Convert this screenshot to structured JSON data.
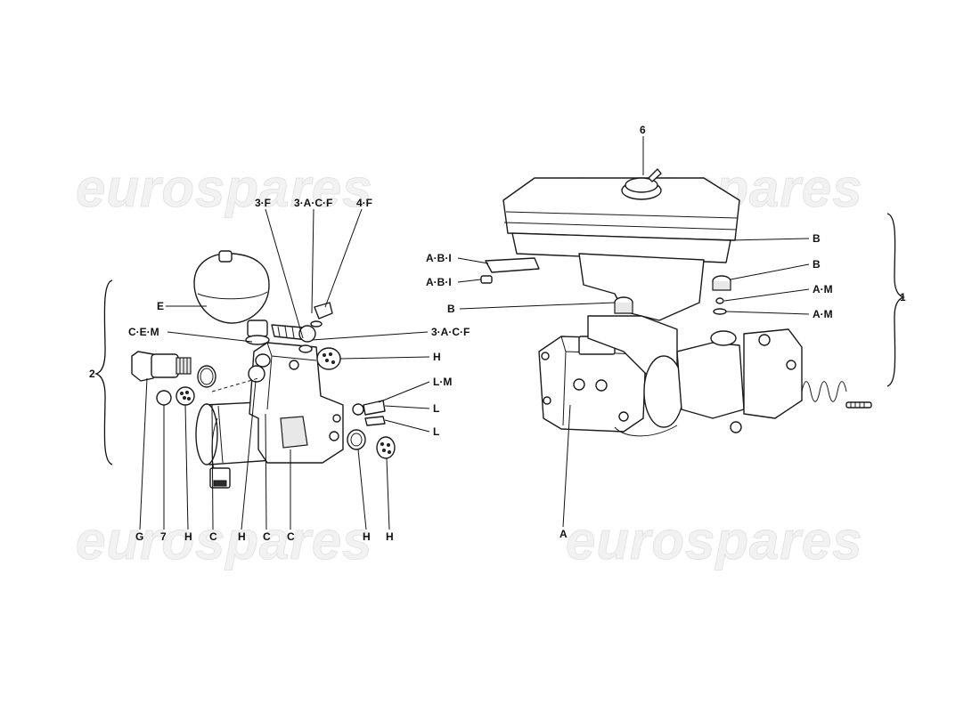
{
  "watermark": {
    "text": "eurospares"
  },
  "groups": {
    "left": "2",
    "right": "1"
  },
  "labels": {
    "l_3f": "3·F",
    "l_3acf_top": "3·A·C·F",
    "l_4f": "4·F",
    "l_e": "E",
    "l_cem": "C·E·M",
    "l_3acf_right": "3·A·C·F",
    "l_h_right": "H",
    "l_lm": "L·M",
    "l_l1": "L",
    "l_l2": "L",
    "l_g": "G",
    "l_7": "7",
    "l_h_b1": "H",
    "l_c_b1": "C",
    "l_h_b2": "H",
    "l_c_b2": "C",
    "l_c_b3": "C",
    "l_h_b3": "H",
    "l_h_b4": "H",
    "l_6": "6",
    "l_abi1": "A·B·I",
    "l_abi2": "A·B·I",
    "l_b_left": "B",
    "l_b1": "B",
    "l_b2": "B",
    "l_am1": "A·M",
    "l_am2": "A·M",
    "l_a": "A"
  }
}
